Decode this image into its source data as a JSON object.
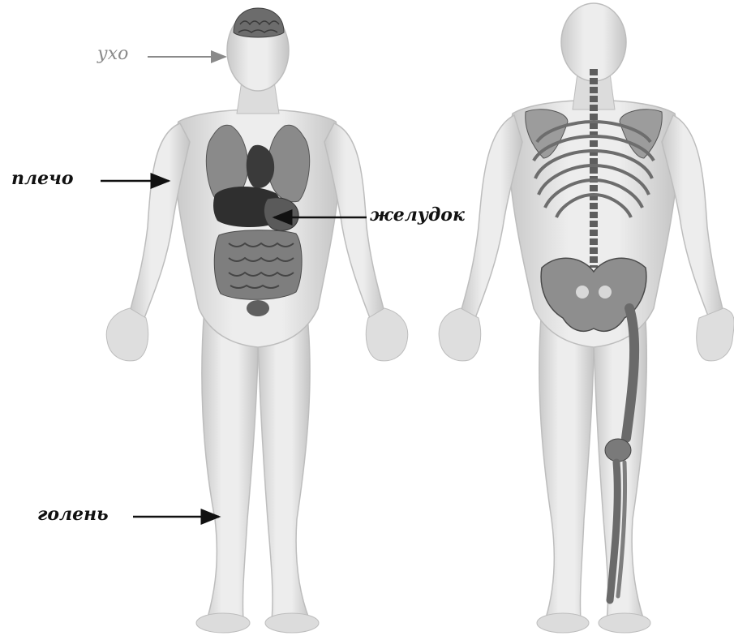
{
  "labels": {
    "ear": "ухо",
    "shoulder": "плечо",
    "stomach": "желудок",
    "shin": "голень"
  },
  "colors": {
    "skin": "#e6e6e6",
    "skin_shadow": "#b9b9b9",
    "organ_dark": "#3a3a3a",
    "organ_mid": "#7a7a7a",
    "bone": "#9c9c9c",
    "bone_dark": "#5e5e5e",
    "arrow": "#111111",
    "arrow_light": "#8a8a8a"
  }
}
